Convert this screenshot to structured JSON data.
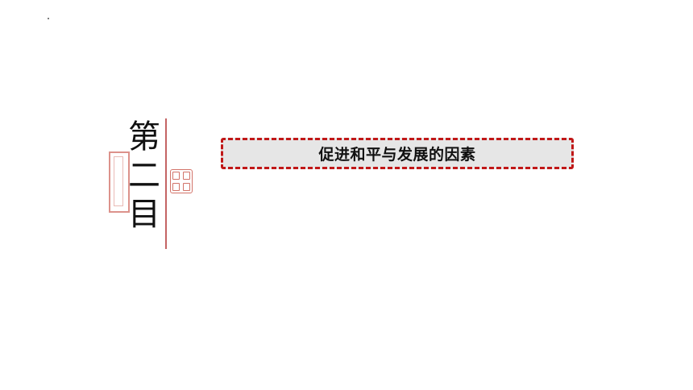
{
  "heading": {
    "chars": [
      "第",
      "二",
      "目"
    ]
  },
  "topic": {
    "title": "促进和平与发展的因素"
  },
  "colors": {
    "accent_red": "#c01818",
    "box_fill": "#e6e6e6",
    "text": "#111111"
  },
  "decorations": {
    "seal_icon": "seal-stamp-icon",
    "frame_icon": "red-frame-decoration"
  }
}
